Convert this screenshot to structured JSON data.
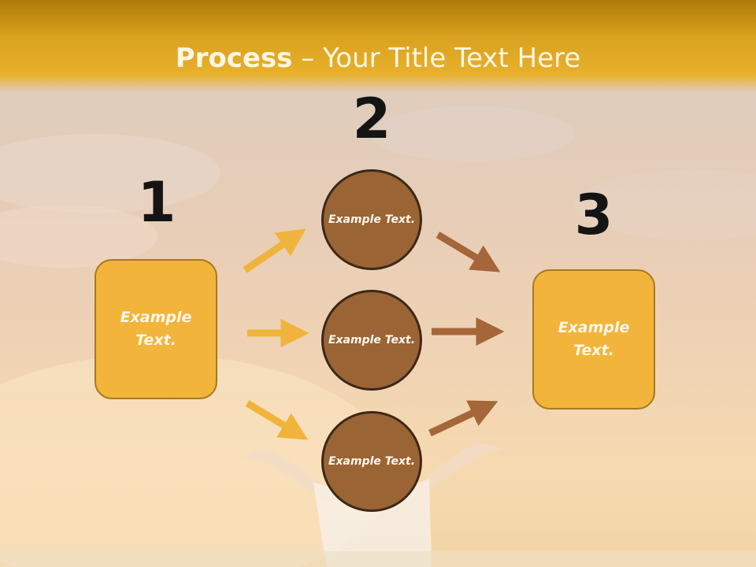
{
  "title": {
    "bold": "Process",
    "rest": " – Your Title Text Here"
  },
  "steps": {
    "one": "1",
    "two": "2",
    "three": "3"
  },
  "boxes": {
    "left": "Example Text.",
    "right": "Example Text."
  },
  "circles": {
    "top": "Example Text.",
    "middle": "Example Text.",
    "bottom": "Example Text."
  },
  "colors": {
    "title_bar": "#e2a522",
    "box_fill": "#f2b43a",
    "circle_fill": "#9b6434",
    "arrow_gold": "#f0b43c",
    "arrow_brown": "#a5663a"
  }
}
